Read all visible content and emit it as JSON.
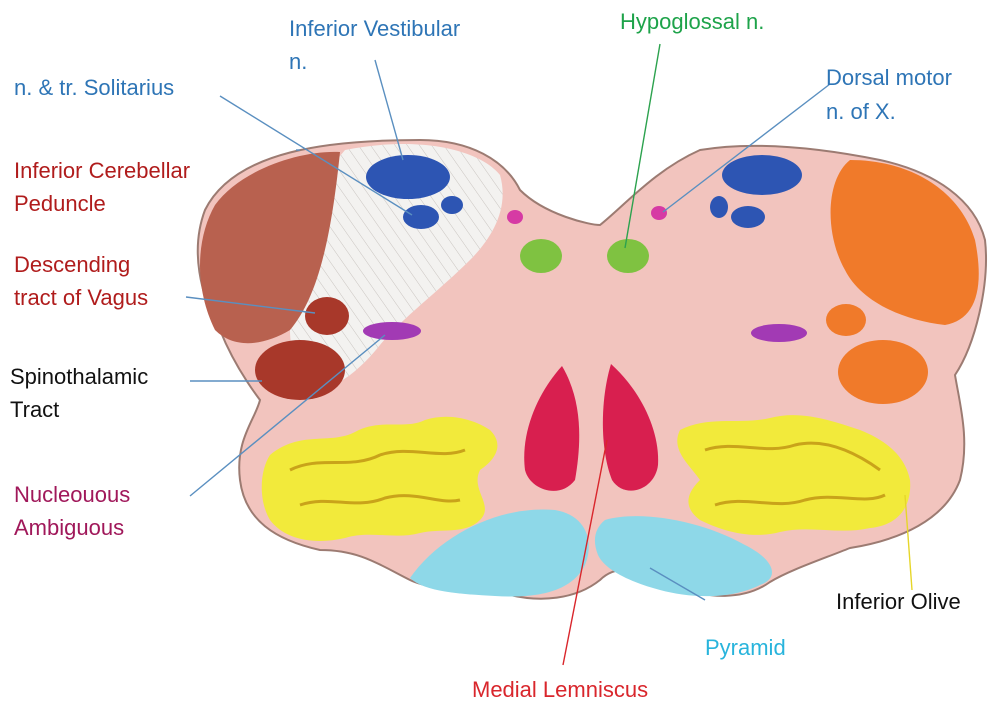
{
  "colors": {
    "medulla_fill": "#f2c4be",
    "white_matter": "#f3f2f0",
    "vestibular_blue": "#2d55b3",
    "hypoglossal_green": "#7fc241",
    "magenta_small": "#d63aa4",
    "ambiguus_purple": "#a23ab4",
    "brown_dark": "#a8382a",
    "peduncle_brown": "#b8614f",
    "peduncle_orange": "#f07a2a",
    "lemniscus_red": "#d81f4f",
    "olive_yellow": "#f2ea3b",
    "pyramid_cyan": "#8ed8e8",
    "leader_blue": "#5a8fc0",
    "leader_green": "#2ca24e",
    "leader_red": "#d9262c",
    "leader_yellow": "#e6d62a"
  },
  "labels": {
    "inferior_vestibular_1": "Inferior Vestibular",
    "inferior_vestibular_2": "n.",
    "hypoglossal": "Hypoglossal n.",
    "dorsal_motor_1": "Dorsal motor",
    "dorsal_motor_2": "n. of X.",
    "solitarius": "n. & tr. Solitarius",
    "inf_cerebellar_1": "Inferior Cerebellar",
    "inf_cerebellar_2": "Peduncle",
    "desc_vagus_1": "Descending",
    "desc_vagus_2": "tract of Vagus",
    "spinothalamic_1": "Spinothalamic",
    "spinothalamic_2": "Tract",
    "ambiguous_1": "Nucleouous",
    "ambiguous_2": "Ambiguous",
    "inferior_olive": "Inferior Olive",
    "pyramid": "Pyramid",
    "medial_lemniscus": "Medial Lemniscus"
  }
}
